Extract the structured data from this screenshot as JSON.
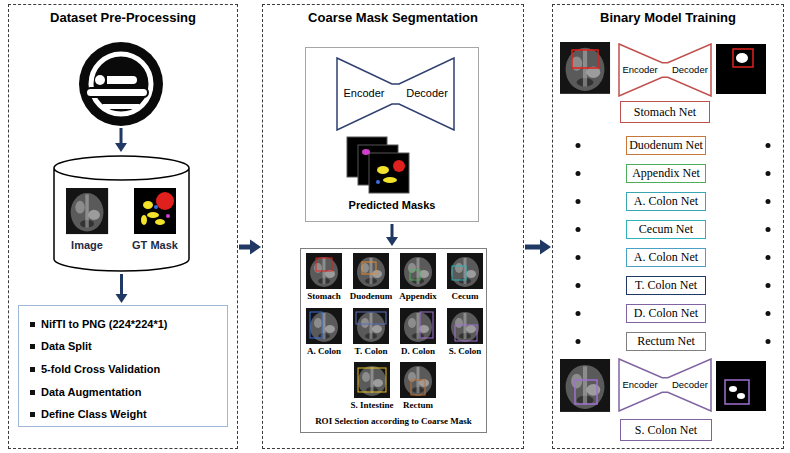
{
  "diagram": {
    "nodes": [
      {
        "text": [
          "Dataset Pre-Processing"
        ]
      },
      {
        "text": [
          "Image",
          "GT Mask"
        ],
        "in": 0
      },
      {
        "text": [
          "NifTI to PNG (224*224*1)",
          "Data Split",
          "5-fold Cross Validation",
          "Data Augmentation",
          "Define Class Weight"
        ],
        "in": 0
      },
      {
        "text": [
          "Coarse Mask Segmentation"
        ]
      },
      {
        "text": [
          "Predicted Masks"
        ],
        "in": 3
      },
      {
        "text": [
          "Encoder",
          "Decoder"
        ],
        "in": 4
      },
      {
        "text": [
          "ROI Selection according to Coarse Mask"
        ],
        "in": 3
      },
      {
        "text": [
          "Binary Model Training"
        ]
      },
      {
        "text": [
          "Encoder",
          "Decoder"
        ],
        "in": 7
      },
      {
        "text": [
          "Stomach Net"
        ],
        "in": 7
      },
      {
        "text": [
          "Duodenum Net"
        ],
        "in": 7
      },
      {
        "text": [
          "Appendix Net"
        ],
        "in": 7
      },
      {
        "text": [
          "A. Colon Net"
        ],
        "in": 7
      },
      {
        "text": [
          "Cecum Net"
        ],
        "in": 7
      },
      {
        "text": [
          "A. Colon Net"
        ],
        "in": 7
      },
      {
        "text": [
          "T. Colon Net"
        ],
        "in": 7
      },
      {
        "text": [
          "D. Colon Net"
        ],
        "in": 7
      },
      {
        "text": [
          "Rectum Net"
        ],
        "in": 7
      },
      {
        "text": [
          "Encoder",
          "Decoder"
        ],
        "in": 7
      },
      {
        "text": [
          "S. Colon Net"
        ],
        "in": 7
      }
    ],
    "edges": [
      {
        "from": 0,
        "to": 3,
        "arrow": "to"
      },
      {
        "from": 3,
        "to": 7,
        "arrow": "to"
      },
      {
        "from": 1,
        "to": 2,
        "arrow": "to"
      },
      {
        "from": 4,
        "to": 6,
        "arrow": "to"
      }
    ],
    "labels": [
      "Stomach",
      "Duodenum",
      "Appendix",
      "Cecum",
      "A. Colon",
      "T. Colon",
      "D. Colon",
      "S. Colon",
      "S. Intestine",
      "Rectum"
    ]
  }
}
